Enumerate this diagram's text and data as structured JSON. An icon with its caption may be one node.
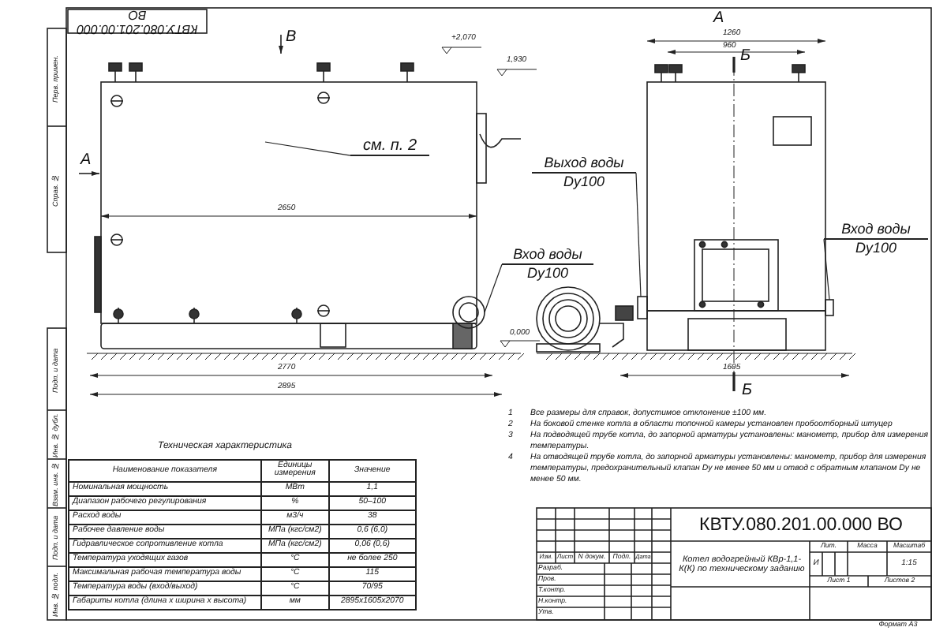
{
  "diagram": {
    "nodes": [
      {
        "text": [
          "см. п. 2"
        ]
      },
      {
        "text": [
          "Вход воды",
          "Dy100"
        ]
      },
      {
        "text": [
          "Выход воды",
          "Dy100"
        ]
      },
      {
        "text": [
          "Вход воды",
          "Dy100"
        ]
      },
      {
        "text": [],
        "shape": "circle"
      },
      {
        "text": [],
        "shape": "box"
      },
      {
        "text": [],
        "shape": "box"
      }
    ],
    "edges": [
      {
        "from": 0,
        "to": null,
        "arrow": "none"
      },
      {
        "from": 1,
        "to": 4,
        "arrow": "none"
      },
      {
        "from": 2,
        "to": 5,
        "arrow": "none"
      },
      {
        "from": 3,
        "to": 6,
        "arrow": "none"
      }
    ],
    "labels": [
      "КВТУ.080.201.00.000 ВО",
      "Перв. примен.",
      "Справ. №",
      "Подп. и дата",
      "Инв. № дубл.",
      "Взам. инв. №",
      "Подп. и дата",
      "Инв. № подл.",
      "В",
      "+2,070",
      "А",
      "1260",
      "960",
      "Б",
      "1,930",
      "А",
      "2650",
      "0,000",
      "2770",
      "1605",
      "2895",
      "Б",
      "Техническая характеристика",
      "Наименование показателя",
      "Единицы измерения",
      "Значение",
      "Номинальная мощность",
      "МВт",
      "1,1",
      "Диапазон рабочего регулирования",
      "%",
      "50–100",
      "Расход воды",
      "м3/ч",
      "38",
      "Рабочее давление воды",
      "МПа (кгс/см2)",
      "0,6 (6,0)",
      "Гидравлическое сопротивление котла",
      "МПа (кгс/см2)",
      "0,06 (0,6)",
      "Температура уходящих газов",
      "°С",
      "не более 250",
      "Максимальная рабочая температура воды",
      "°С",
      "115",
      "Температура воды (вход/выход)",
      "°С",
      "70/95",
      "Габариты котла (длина x ширина x высота)",
      "мм",
      "2895x1605x2070",
      "1",
      "Все размеры для справок, допустимое отклонение ±100 мм.",
      "2",
      "На боковой стенке котла в области топочной камеры установлен пробоотборный штуцер",
      "3",
      "На подводящей трубе котла, до запорной арматуры установлены: манометр, прибор для измерения температуры.",
      "4",
      "На отводящей трубе котла, до запорной арматуры установлены: манометр, прибор для измерения температуры, предохранительный клапан Dу не менее 50 мм и отвод с обратным клапаном Dу не менее 50 мм.",
      "КВТУ.080.201.00.000 ВО",
      "Изм.",
      "Лист",
      "N докум.",
      "Подп.",
      "Дата",
      "Разраб.",
      "Пров.",
      "Т.контр.",
      "Н.контр.",
      "Утв.",
      "Котел водогрейный КВр-1,1-К(К) по техническому заданию",
      "Лит.",
      "Масса",
      "Масштаб",
      "И",
      "1:15",
      "Лист 1",
      "Листов 2",
      "Формат А3"
    ]
  }
}
